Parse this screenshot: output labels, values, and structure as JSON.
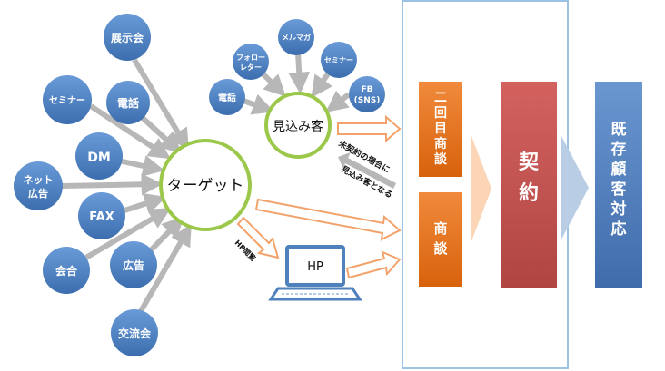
{
  "sources": {
    "exhibition": "展示会",
    "seminar": "セミナー",
    "phone": "電話",
    "dm": "DM",
    "net_ad": [
      "ネット",
      "広告"
    ],
    "fax": "FAX",
    "meeting": "会合",
    "advertisement": "広告",
    "social_event": "交流会"
  },
  "target": {
    "label": "ターゲット"
  },
  "prospect_sources": {
    "followers": [
      "フォロー",
      "レター"
    ],
    "mail_magazine": "メルマガ",
    "seminar": "セミナー",
    "fb": [
      "FB",
      "(SNS)"
    ],
    "phone": "電話"
  },
  "prospect": {
    "label": "見込み客"
  },
  "hp": {
    "label": "HP",
    "browse_label": "HP閲覧"
  },
  "feedback": {
    "line1": "未契約の場合に",
    "line2": "見込み客となる"
  },
  "boxes": {
    "second_meeting": [
      "二",
      "回",
      "目",
      "商",
      "談"
    ],
    "meeting": [
      "商",
      "談"
    ],
    "contract": [
      "契",
      "約"
    ],
    "existing": [
      "既",
      "存",
      "顧",
      "客",
      "対",
      "応"
    ]
  },
  "colors": {
    "circle_blue": "#4f81bd",
    "ring_green": "#9bc84a",
    "orange": "#e46c0a",
    "red": "#c0504d",
    "steel": "#4f81bd",
    "panel_border": "#9cc3e6",
    "panel_fill": "#ffffff",
    "arrow_gray": "#b7b7b7",
    "arrow_outline_orange": "#f2a36b",
    "chevron_orange": "#fbd5b5",
    "chevron_blue": "#b9cde5"
  },
  "icons": {
    "laptop": "laptop-icon"
  }
}
